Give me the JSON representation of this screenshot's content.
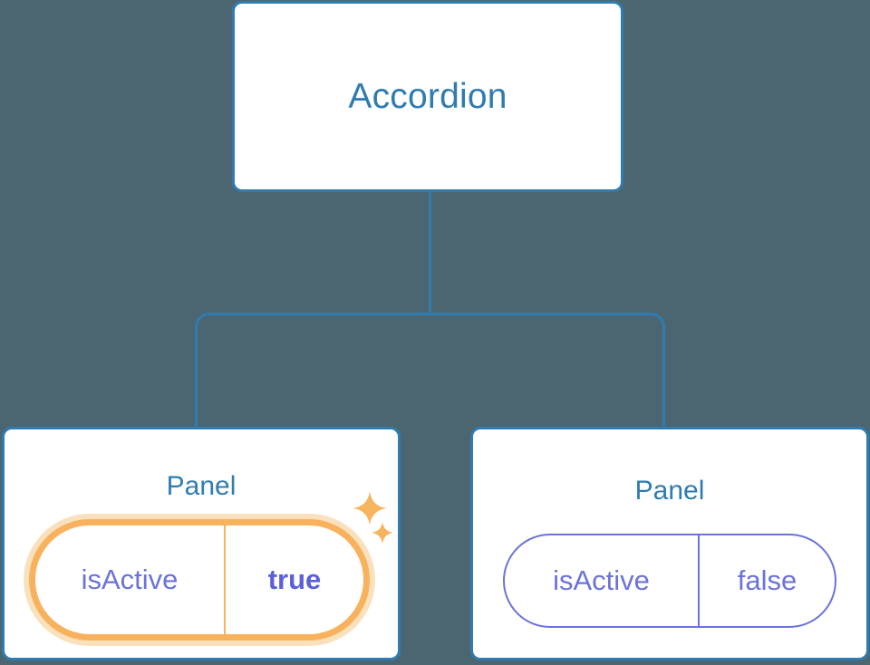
{
  "theme": {
    "background": "#4b6671",
    "node_border": "#2f7cb0",
    "node_text": "#2f7cb0",
    "node_fill": "#ffffff",
    "prop_text": "#6b73d8",
    "prop_border": "#6b73d8",
    "highlight_border": "#f8b25d",
    "highlight_glow": "#fae1bd",
    "highlight_value_text": "#5a60d8",
    "sparkle": "#f6b45f"
  },
  "diagram": {
    "type": "component-tree",
    "root": {
      "label": "Accordion"
    },
    "children": [
      {
        "label": "Panel",
        "highlighted": true,
        "prop": {
          "key": "isActive",
          "value": "true",
          "emphasis": "bold"
        },
        "decorations": [
          {
            "icon": "sparkle-icon",
            "size": "large"
          },
          {
            "icon": "sparkle-icon",
            "size": "small"
          }
        ]
      },
      {
        "label": "Panel",
        "highlighted": false,
        "prop": {
          "key": "isActive",
          "value": "false",
          "emphasis": "regular"
        },
        "decorations": []
      }
    ]
  }
}
